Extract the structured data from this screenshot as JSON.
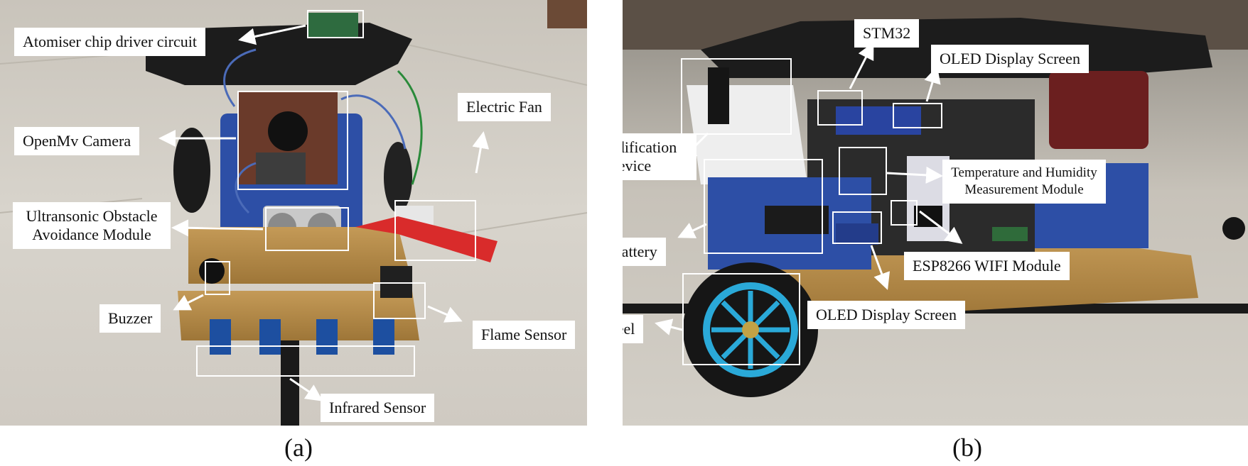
{
  "figure": {
    "panel_a": {
      "caption": "(a)",
      "labels": {
        "atomiser": "Atomiser chip driver circuit",
        "camera": "OpenMv Camera",
        "fan": "Electric Fan",
        "ultrasonic_1": "Ultransonic Obstacle",
        "ultrasonic_2": "Avoidance Module",
        "buzzer": "Buzzer",
        "flame": "Flame Sensor",
        "infrared": "Infrared Sensor"
      }
    },
    "panel_b": {
      "caption": "(b)",
      "labels": {
        "stm32": "STM32",
        "oled_top": "OLED Display Screen",
        "humidification_1": "Humidification",
        "humidification_2": "Device",
        "temp_1": "Temperature and Humidity",
        "temp_2": "Measurement Module",
        "battery": "Battery",
        "esp": "ESP8266 WIFI Module",
        "wheel": "Wheel",
        "oled_bottom": "OLED Display Screen"
      }
    }
  }
}
